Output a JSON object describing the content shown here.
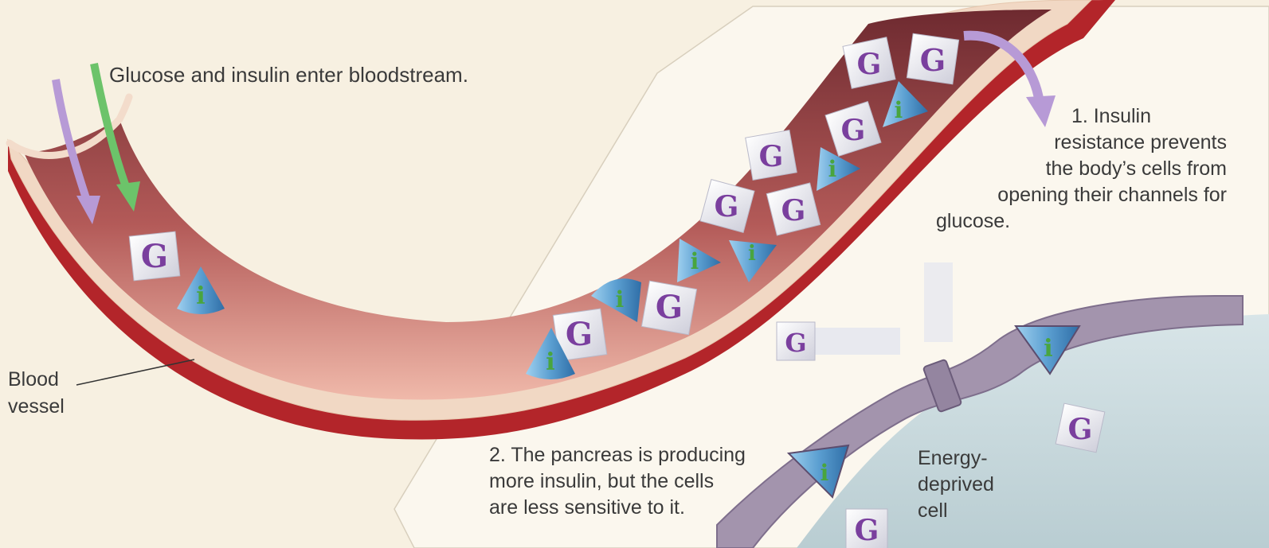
{
  "captions": {
    "top": "Glucose and insulin enter bloodstream.",
    "blood_vessel": [
      "Blood",
      "vessel"
    ],
    "insulin_resistance": [
      "1. Insulin",
      "resistance prevents",
      "the body’s cells from",
      "opening their channels for",
      "glucose."
    ],
    "pancreas": [
      "2. The pancreas is producing",
      "more insulin, but the cells",
      "are less sensitive to it."
    ],
    "energy_cell": [
      "Energy-",
      "deprived",
      "cell"
    ]
  },
  "molecules": {
    "glucose_letter": "G",
    "insulin_letter": "i"
  },
  "colors": {
    "background": "#f7f0e1",
    "panel": "#fbf7ee",
    "vessel_outer": "#b3252a",
    "vessel_wall": "#f1d8c4",
    "vessel_lumen": "#8a3b3f",
    "vessel_floor": "#e9a096",
    "glucose_face": "#eeeef3",
    "glucose_letter": "#7a3f9e",
    "insulin_cone": "#6aa9d6",
    "insulin_letter": "#49a53e",
    "glucose_arrow": "#6cc36a",
    "insulin_arrow": "#b79ad6",
    "cell_membrane": "#a394ad",
    "cell_interior": "#cfdde1"
  }
}
